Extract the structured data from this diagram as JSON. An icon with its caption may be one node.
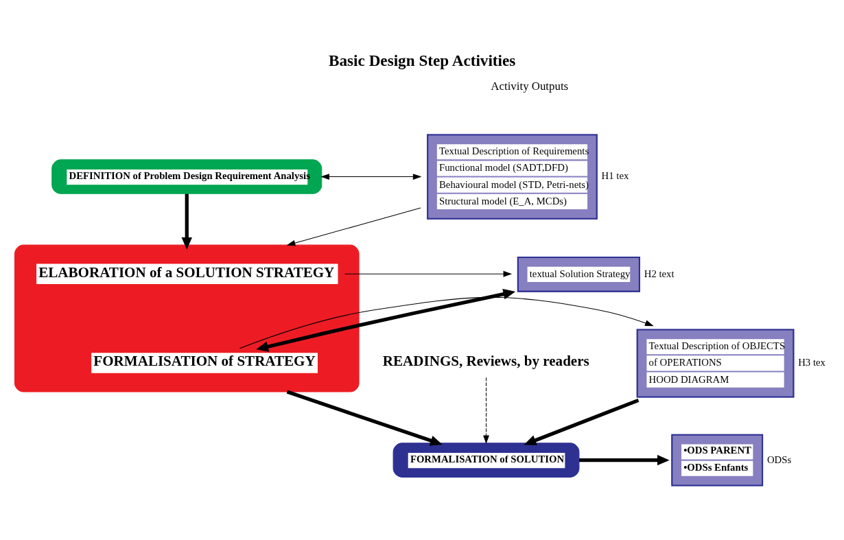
{
  "diagram": {
    "title": "Basic Design Step Activities",
    "nodes": [
      {
        "text": [
          "DEFINITION of Problem Design Requirement Analysis"
        ]
      },
      {
        "text": [],
        "shape": "box"
      },
      {
        "text": [
          "ELABORATION of a SOLUTION STRATEGY"
        ],
        "in": 1
      },
      {
        "text": [
          "FORMALISATION of STRATEGY"
        ],
        "in": 1
      },
      {
        "text": [
          "FORMALISATION of SOLUTION"
        ]
      },
      {
        "text": [
          "READINGS, Reviews, by readers"
        ]
      },
      {
        "text": [
          "Textual Description of Requirements",
          "Functional model (SADT,DFD)",
          "Behavioural model (STD, Petri-nets)",
          "Structural model (E_A, MCDs)"
        ],
        "beside": [
          "H1 tex"
        ]
      },
      {
        "text": [
          "textual Solution Strategy"
        ],
        "beside": [
          "H2 text"
        ]
      },
      {
        "text": [
          "Textual Description of OBJECTS",
          "of OPERATIONS",
          "HOOD DIAGRAM"
        ],
        "beside": [
          "H3 tex"
        ]
      },
      {
        "text": [
          "•ODS PARENT",
          "•ODSs Enfants"
        ],
        "beside": [
          "ODSs"
        ]
      }
    ],
    "edges": [
      {
        "from": 0,
        "to": 6,
        "arrow": "both"
      },
      {
        "from": 0,
        "to": 1,
        "arrow": "to",
        "style": "thick"
      },
      {
        "from": 6,
        "to": 1,
        "arrow": "to"
      },
      {
        "from": 2,
        "to": 7,
        "arrow": "to"
      },
      {
        "from": 7,
        "to": 3,
        "arrow": "both",
        "style": "thick"
      },
      {
        "from": 3,
        "to": 8,
        "arrow": "to"
      },
      {
        "from": 1,
        "to": 4,
        "arrow": "to",
        "style": "thick"
      },
      {
        "from": 5,
        "to": 4,
        "arrow": "to",
        "style": "dashed"
      },
      {
        "from": 8,
        "to": 4,
        "arrow": "to",
        "style": "thick"
      },
      {
        "from": 4,
        "to": 9,
        "arrow": "to",
        "style": "thick"
      }
    ],
    "labels": [
      "Activity Outputs"
    ]
  }
}
